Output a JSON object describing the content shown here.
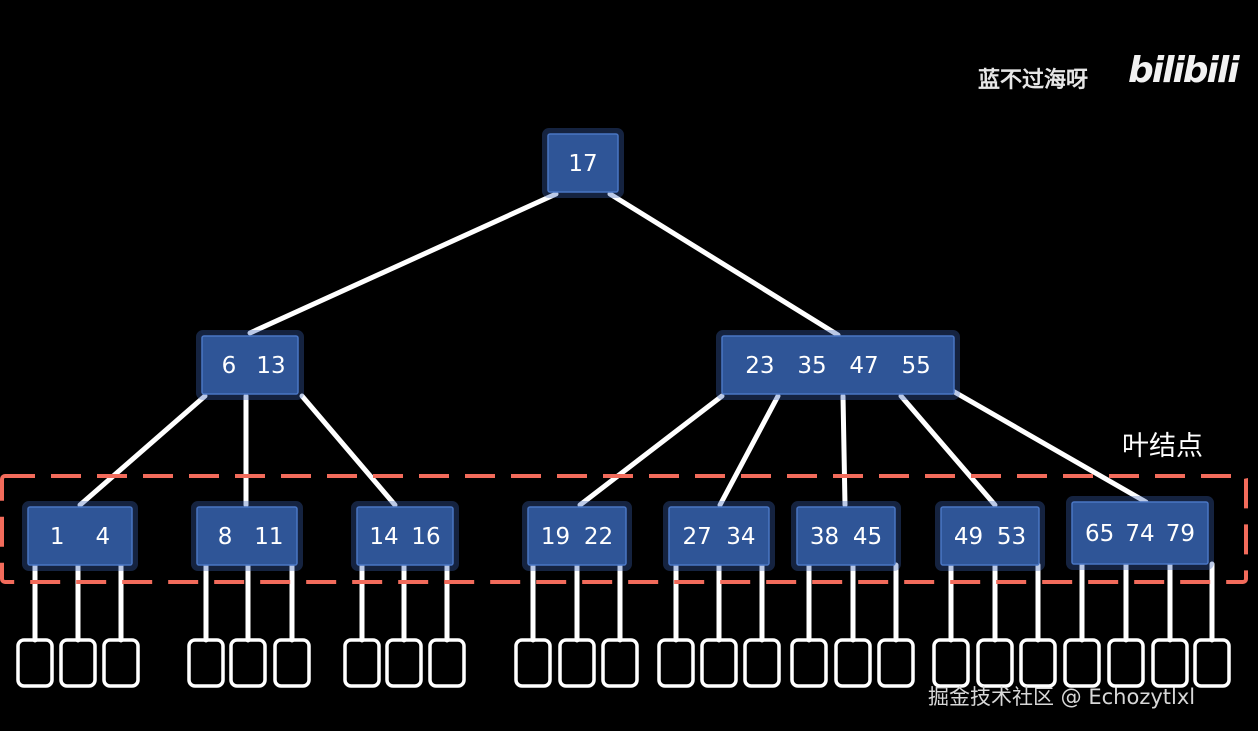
{
  "watermark": {
    "author": "蓝不过海呀",
    "brand": "bilibili",
    "site": "掘金技术社区 @ Echozytlxl"
  },
  "leaf_label": "叶结点",
  "colors": {
    "node_fill": "#2f5597",
    "edge": "#ffffff",
    "leaf_frame": "#f26b5b",
    "background": "#000000"
  },
  "tree": {
    "root": {
      "keys": [
        "17"
      ]
    },
    "internal": [
      {
        "keys": [
          "6",
          "13"
        ]
      },
      {
        "keys": [
          "23",
          "35",
          "47",
          "55"
        ]
      }
    ],
    "leaves": [
      {
        "keys": [
          "1",
          "4"
        ],
        "children": 3
      },
      {
        "keys": [
          "8",
          "11"
        ],
        "children": 3
      },
      {
        "keys": [
          "14",
          "16"
        ],
        "children": 3
      },
      {
        "keys": [
          "19",
          "22"
        ],
        "children": 3
      },
      {
        "keys": [
          "27",
          "34"
        ],
        "children": 3
      },
      {
        "keys": [
          "38",
          "45"
        ],
        "children": 3
      },
      {
        "keys": [
          "49",
          "53"
        ],
        "children": 3
      },
      {
        "keys": [
          "65",
          "74",
          "79"
        ],
        "children": 4
      }
    ]
  }
}
